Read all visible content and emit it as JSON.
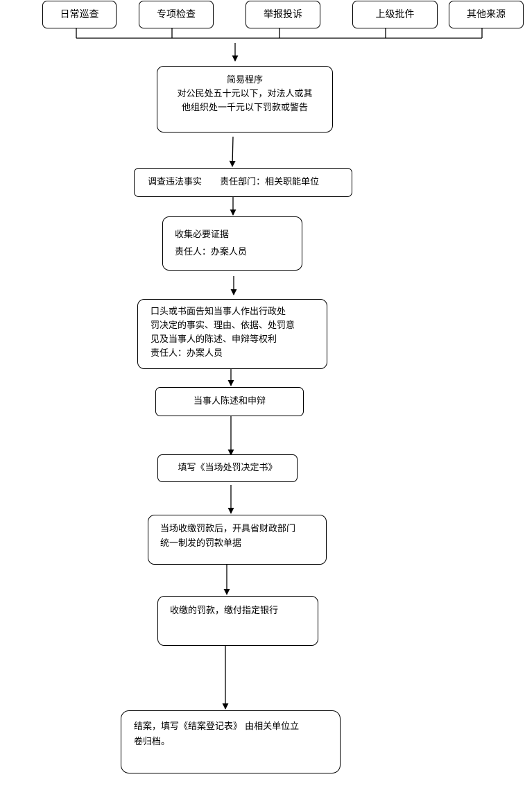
{
  "sources": [
    "日常巡查",
    "专项检查",
    "举报投诉",
    "上级批件",
    "其他来源"
  ],
  "steps": {
    "simple_procedure": {
      "title": "简易程序",
      "lines": [
        "对公民处五十元以下，对法人或其",
        "他组织处一千元以下罚款或警告"
      ]
    },
    "investigate": {
      "text": "调查违法事实",
      "responsible": "责任部门：相关职能单位"
    },
    "collect_evidence": {
      "lines": [
        "收集必要证据",
        "责任人：办案人员"
      ]
    },
    "notify": {
      "lines": [
        "口头或书面告知当事人作出行政处",
        "罚决定的事实、理由、依据、处罚意",
        "见及当事人的陈述、申辩等权利",
        "责任人：办案人员"
      ]
    },
    "statement": {
      "text": "当事人陈述和申辩"
    },
    "fill_decision": {
      "text": "填写《当场处罚决定书》"
    },
    "collect_fine": {
      "lines": [
        "当场收缴罚款后，开具省财政部门",
        "统一制发的罚款单据"
      ]
    },
    "deposit": {
      "text": "收缴的罚款，缴付指定银行"
    },
    "close_case": {
      "lines": [
        "结案，填写《结案登记表》 由相关单位立",
        "卷归档。"
      ]
    }
  }
}
